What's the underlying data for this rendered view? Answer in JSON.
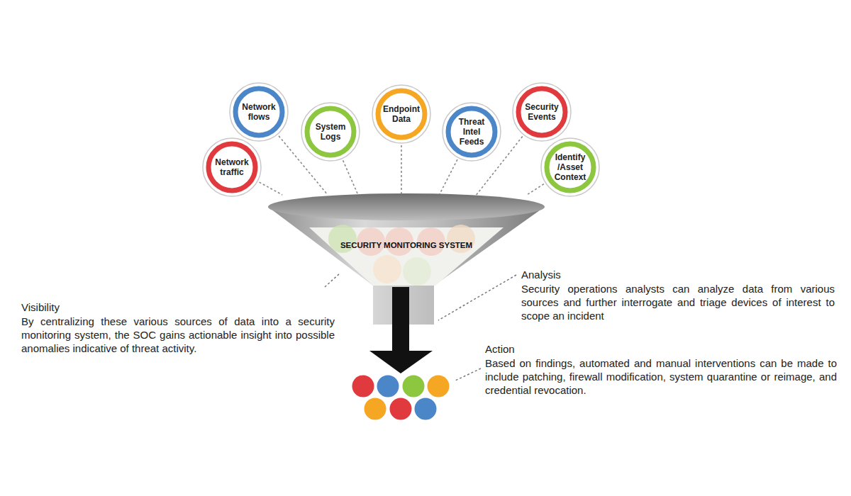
{
  "diagram": {
    "nodes": [
      {
        "text": [
          "Network flows"
        ]
      },
      {
        "text": [
          "System Logs"
        ]
      },
      {
        "text": [
          "Endpoint Data"
        ]
      },
      {
        "text": [
          "Threat Intel Feeds"
        ]
      },
      {
        "text": [
          "Security Events"
        ]
      },
      {
        "text": [
          "Network traffic"
        ]
      },
      {
        "text": [
          "Identify /Asset Context"
        ]
      },
      {
        "text": [
          "SECURITY MONITORING SYSTEM"
        ]
      }
    ],
    "edges": [
      {
        "from": 0,
        "to": 7,
        "arrow": "none"
      },
      {
        "from": 1,
        "to": 7,
        "arrow": "none"
      },
      {
        "from": 2,
        "to": 7,
        "arrow": "none"
      },
      {
        "from": 3,
        "to": 7,
        "arrow": "none"
      },
      {
        "from": 4,
        "to": 7,
        "arrow": "none"
      },
      {
        "from": 5,
        "to": 7,
        "arrow": "none"
      },
      {
        "from": 6,
        "to": 7,
        "arrow": "none"
      }
    ],
    "labels": [
      "Visibility",
      "By centralizing these various sources of data into a security monitoring system, the SOC gains actionable insight into possible anomalies indicative of threat activity.",
      "Analysis",
      "Security operations analysts can analyze data from various sources and further interrogate and triage devices of interest to scope an incident",
      "Action",
      "Based on findings, automated and manual interventions can be made to include patching, firewall modification, system quarantine or reimage, and credential revocation."
    ]
  }
}
